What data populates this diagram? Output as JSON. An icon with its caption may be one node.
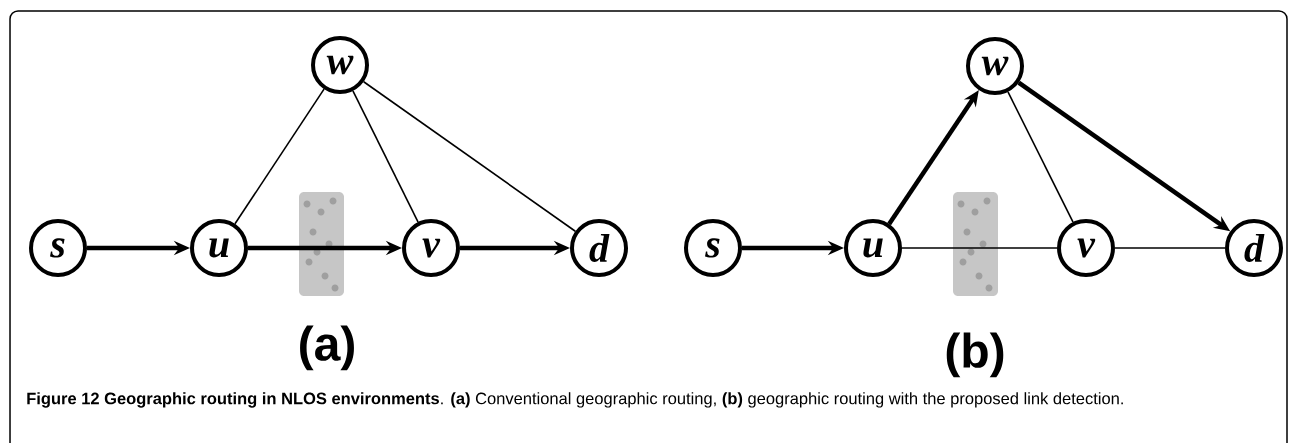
{
  "diagram": {
    "caption": "**Figure 12 Geographic routing in NLOS environments**. **(a)** Conventional geographic routing, **(b)** geographic routing with the proposed link detection.",
    "nodes": [
      {
        "text": [
          "s"
        ]
      },
      {
        "text": [
          "u"
        ]
      },
      {
        "text": [
          "w"
        ]
      },
      {
        "text": [
          "v"
        ]
      },
      {
        "text": [
          "d"
        ]
      },
      {
        "text": [
          "s"
        ]
      },
      {
        "text": [
          "u"
        ]
      },
      {
        "text": [
          "w"
        ]
      },
      {
        "text": [
          "v"
        ]
      },
      {
        "text": [
          "d"
        ]
      }
    ],
    "edges": [
      {
        "from": 0,
        "to": 1,
        "arrow": "to",
        "style": "thick"
      },
      {
        "from": 1,
        "to": 3,
        "arrow": "to",
        "style": "thick"
      },
      {
        "from": 3,
        "to": 4,
        "arrow": "to",
        "style": "thick"
      },
      {
        "from": 1,
        "to": 2,
        "arrow": "none"
      },
      {
        "from": 2,
        "to": 3,
        "arrow": "none"
      },
      {
        "from": 2,
        "to": 4,
        "arrow": "none"
      },
      {
        "from": 5,
        "to": 6,
        "arrow": "to",
        "style": "thick"
      },
      {
        "from": 6,
        "to": 7,
        "arrow": "to",
        "style": "thick"
      },
      {
        "from": 7,
        "to": 9,
        "arrow": "to",
        "style": "thick"
      },
      {
        "from": 6,
        "to": 8,
        "arrow": "none"
      },
      {
        "from": 8,
        "to": 9,
        "arrow": "none"
      },
      {
        "from": 7,
        "to": 8,
        "arrow": "none"
      }
    ],
    "labels": [
      "(a)",
      "(b)"
    ]
  }
}
